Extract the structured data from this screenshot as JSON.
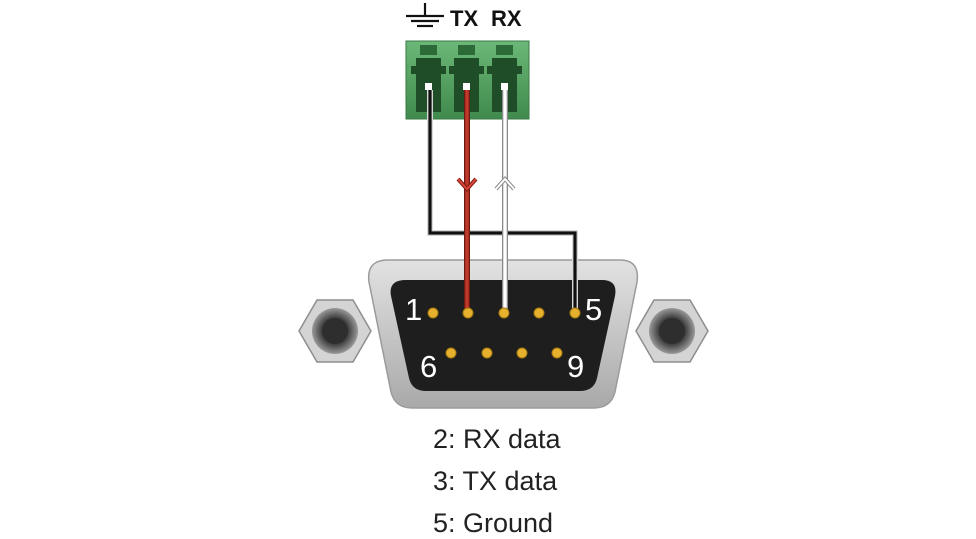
{
  "terminal": {
    "ground_icon": "ground-symbol-icon",
    "labels": [
      "TX",
      "RX"
    ]
  },
  "connector": {
    "pin_labels": {
      "p1": "1",
      "p5": "5",
      "p6": "6",
      "p9": "9"
    }
  },
  "legend": [
    "2: RX data",
    "3: TX data",
    "5: Ground"
  ],
  "colors": {
    "terminal_block": "#4f9a5a",
    "wire_ground": "#111111",
    "wire_tx": "#c0392b",
    "wire_rx": "#ffffff",
    "pin_gold": "#e6b22e",
    "shell": "#c9c9c9",
    "insert": "#1e1e1e"
  }
}
